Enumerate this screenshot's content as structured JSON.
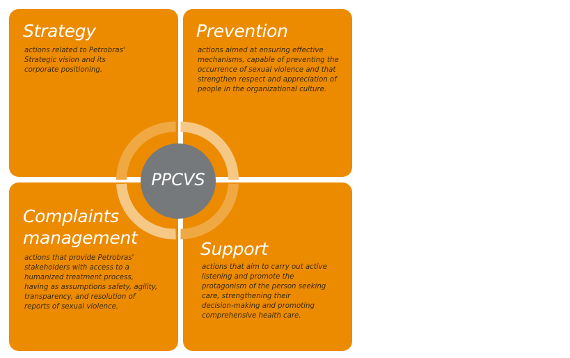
{
  "colors": {
    "box": "#EC8B00",
    "ring_dark": "#F0A843",
    "ring_light": "#F6C885",
    "center": "#76797B"
  },
  "center": {
    "label": "PPCVS"
  },
  "quadrants": [
    {
      "title": "Strategy",
      "description": "actions related to Petrobras'\nStrategic vision and its\ncorporate positioning."
    },
    {
      "title": "Prevention",
      "description": "actions aimed at ensuring effective\nmechanisms, capable of preventing the\noccurrence of sexual violence and that\nstrengthen respect and appreciation of\npeople in the organizational culture."
    },
    {
      "title": "Complaints\nmanagement",
      "description": "actions that provide Petrobras'\nstakeholders with access to a\nhumanized treatment process,\nhaving as assumptions safety, agility,\ntransparency, and resolution of\nreports of sexual violence."
    },
    {
      "title": "Support",
      "description": "actions that aim to carry out active\nlistening and promote the\nprotagonism of the person seeking\ncare, strengthening their\ndecision-making and promoting\ncomprehensive health care."
    }
  ]
}
